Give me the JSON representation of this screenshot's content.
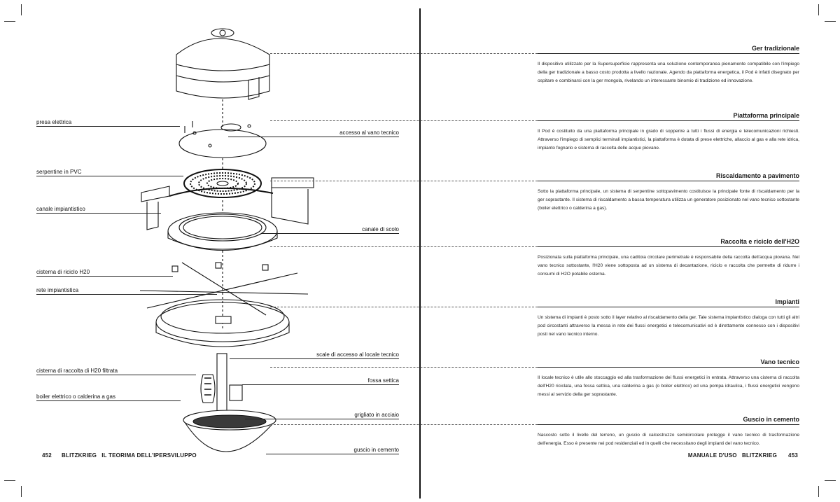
{
  "left_page": {
    "page_number": "452",
    "running_title": "BLITZKRIEG   IL TEORIMA DELL'IPERSVILUPPO",
    "labels_left": [
      "presa elettrica",
      "serpentine in PVC",
      "canale impiantistico",
      "cisterna di riciclo H20",
      "rete impiantistica",
      "cisterna di raccolta di H20 filtrata",
      "boiler elettrico o calderina a gas"
    ],
    "labels_right": [
      "accesso al vano tecnico",
      "canale di scolo",
      "scale di accesso al locale tecnico",
      "fossa settica",
      "grigliato in acciaio",
      "guscio in cemento"
    ]
  },
  "right_page": {
    "page_number": "453",
    "running_title": "MANUALE D'USO   BLITZKRIEG",
    "sections": [
      {
        "title": "Ger tradizionale",
        "body": "Il  dispositivo utilizzato per la Supersuperficie  rappresenta una soluzione contemporanea pienamente compatibile con l'impiego della ger tradizionale  a basso costo prodotta a livello nazionale. Agendo da piattaforma energetica, il Pod è infatti disegnato per ospitare e combinarsi con la ger mongola, rivelando un interessante binomio di tradizione ed innovazione."
      },
      {
        "title": "Piattaforma principale",
        "body": "Il Pod è costituito da una piattaforma principale in grado di sopperire a tutti i flussi di energia e telecomunicazioni richiesti. Attraverso l'impiego di semplici terminali impiantistici, la piattaforma è dotata di prese elettriche, allaccio al gas e alla rete idrica, impianto fognario e sistema di raccolta delle acque piovane."
      },
      {
        "title": "Riscaldamento a pavimento",
        "body": "Sotto la piattaforma principale, un sistema di serpentine sottopavimento costituisce la principale fonte di riscaldamento per la ger soprastante. Il sistema di riscaldamento  a bassa temperatura utilizza un generatore posizionato nel vano tecnico sottostante (boiler elettrico o calderina a gas)."
      },
      {
        "title": "Raccolta e riciclo dell'H2O",
        "body": "Posizionata sulla piattaforma principale, una caditoia circolare perimetrale è responsabile della raccolta dell'acqua piovana. Nel vano tecnico sottostante, l'H20 viene sottoposta ad un sistema di decantazione, riciclo e raccolta che permette di ridurre i consumi di H2O potabile esterna."
      },
      {
        "title": "Impianti",
        "body": "Un sistema di impianti è posto sotto il layer relativo al riscaldamento della ger. Tale sistema impiantistico dialoga con tutti gli altri pod circostanti attraverso la messa in rete dei flussi energetici e telecomunicativi ed è direttamente connesso con i dispositivi posti nel vano tecnico interno."
      },
      {
        "title": "Vano tecnico",
        "body": "Il locale tecnico è utile allo stoccaggio ed alla trasformazione dei flussi energetici in entrata. Attraverso una cisterna di raccolta dell'H20 riciclata, una fossa settica, una calderina a gas (o boiler elettrico)  ed una pompa idraulica, i flussi energetici vengono messi al servizio della ger soprastante."
      },
      {
        "title": "Guscio in cemento",
        "body": "Nascosto sotto il livello del terreno, un guscio di calcestruzzo semicircolare protegge il vano tecnico di trasformazione dell'energia. Esso è presente nei pod residenziali ed in quelli che necessitano degli impianti del vano tecnico."
      }
    ]
  }
}
